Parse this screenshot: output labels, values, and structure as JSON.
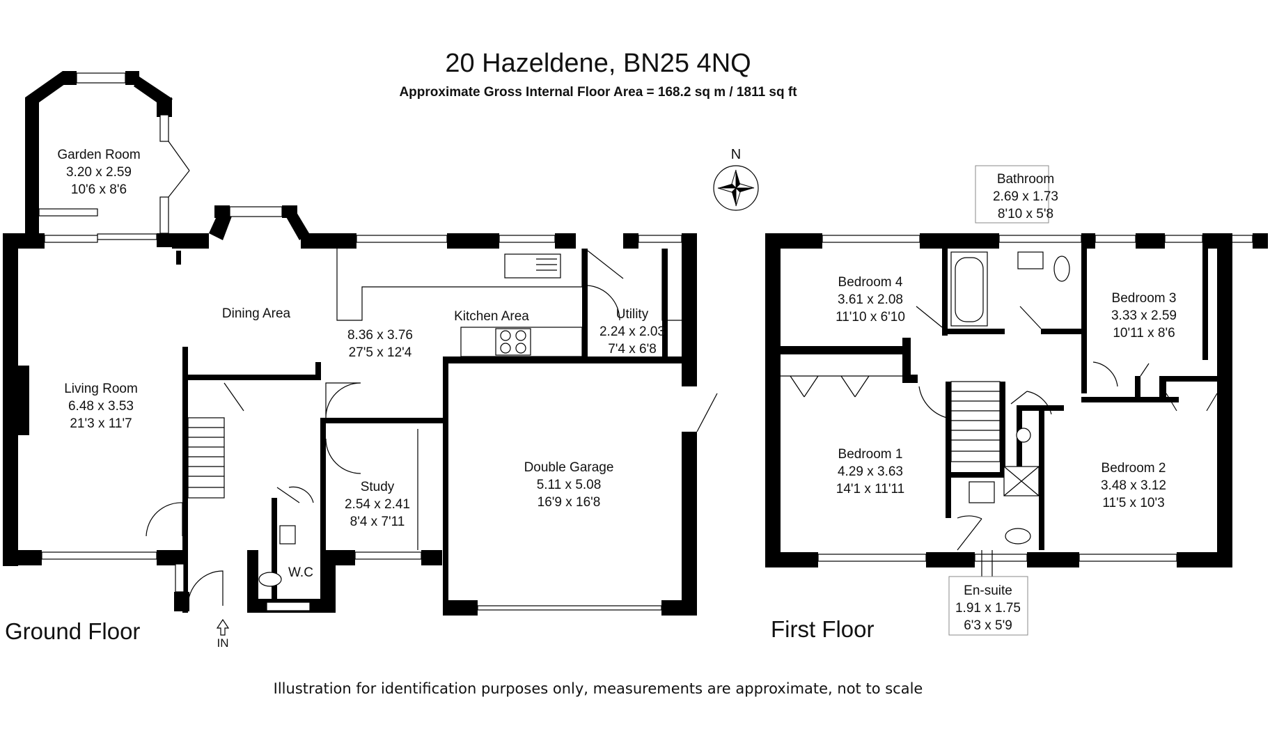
{
  "header": {
    "address": "20 Hazeldene, BN25 4NQ",
    "area": "Approximate Gross Internal Floor Area = 168.2 sq m / 1811 sq ft"
  },
  "compass": {
    "label": "N"
  },
  "ground_floor": {
    "label": "Ground Floor",
    "entrance": "IN",
    "rooms": {
      "garden_room": {
        "name": "Garden Room",
        "metric": "3.20 x 2.59",
        "imperial": "10'6 x 8'6"
      },
      "dining_area": {
        "name": "Dining Area"
      },
      "kitchen_area": {
        "name": "Kitchen Area"
      },
      "kitchen_dining": {
        "metric": "8.36 x 3.76",
        "imperial": "27'5 x 12'4"
      },
      "utility": {
        "name": "Utility",
        "metric": "2.24 x 2.03",
        "imperial": "7'4 x 6'8"
      },
      "living_room": {
        "name": "Living Room",
        "metric": "6.48 x 3.53",
        "imperial": "21'3 x 11'7"
      },
      "study": {
        "name": "Study",
        "metric": "2.54 x 2.41",
        "imperial": "8'4 x 7'11"
      },
      "wc": {
        "name": "W.C"
      },
      "double_garage": {
        "name": "Double Garage",
        "metric": "5.11 x 5.08",
        "imperial": "16'9 x 16'8"
      }
    }
  },
  "first_floor": {
    "label": "First Floor",
    "rooms": {
      "bathroom": {
        "name": "Bathroom",
        "metric": "2.69 x 1.73",
        "imperial": "8'10 x 5'8"
      },
      "bedroom4": {
        "name": "Bedroom 4",
        "metric": "3.61 x 2.08",
        "imperial": "11'10 x 6'10"
      },
      "bedroom3": {
        "name": "Bedroom 3",
        "metric": "3.33 x 2.59",
        "imperial": "10'11 x 8'6"
      },
      "bedroom1": {
        "name": "Bedroom 1",
        "metric": "4.29 x 3.63",
        "imperial": "14'1 x 11'11"
      },
      "bedroom2": {
        "name": "Bedroom 2",
        "metric": "3.48 x 3.12",
        "imperial": "11'5 x 10'3"
      },
      "ensuite": {
        "name": "En-suite",
        "metric": "1.91 x 1.75",
        "imperial": "6'3 x 5'9"
      }
    }
  },
  "footer": {
    "disclaimer": "Illustration for identification purposes only, measurements are approximate, not to scale"
  }
}
